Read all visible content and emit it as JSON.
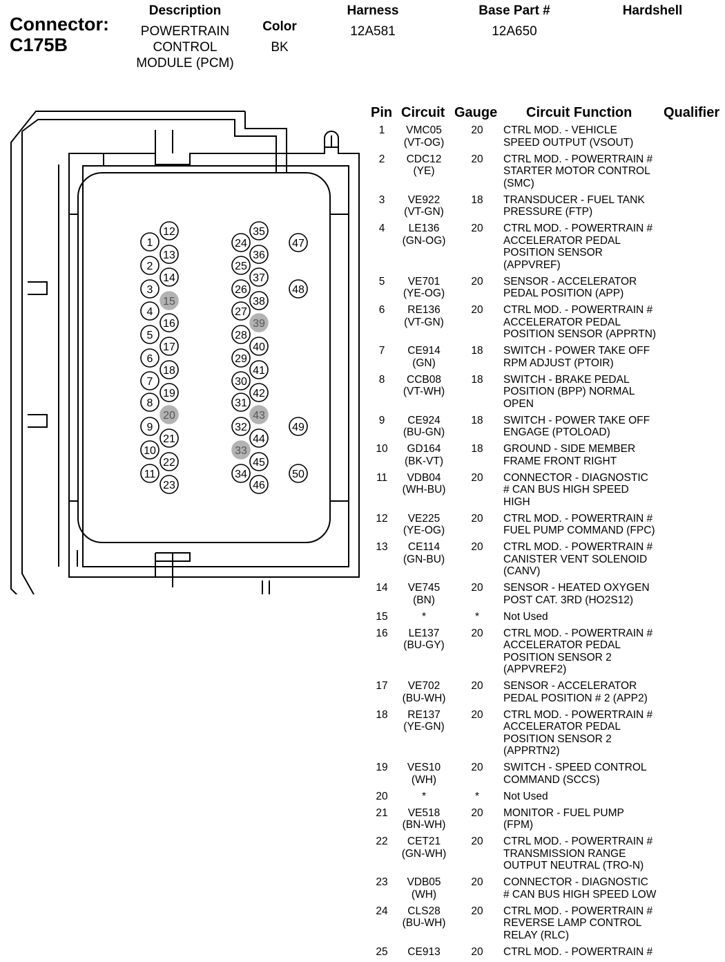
{
  "header": {
    "connector_label": "Connector:",
    "connector_id": "C175B",
    "description_label": "Description",
    "description_lines": [
      "POWERTRAIN",
      "CONTROL",
      "MODULE (PCM)"
    ],
    "color_label": "Color",
    "color_value": "BK",
    "harness_label": "Harness",
    "harness_value": "12A581",
    "base_part_label": "Base Part #",
    "base_part_value": "12A650",
    "hardshell_label": "Hardshell"
  },
  "table": {
    "headers": {
      "pin": "Pin",
      "circuit": "Circuit",
      "gauge": "Gauge",
      "function": "Circuit Function",
      "qualifier": "Qualifier"
    },
    "rows": [
      {
        "pin": "1",
        "circuit": [
          "VMC05",
          "(VT-OG)"
        ],
        "gauge": "20",
        "function": [
          "CTRL MOD. - VEHICLE",
          "SPEED OUTPUT (VSOUT)"
        ]
      },
      {
        "pin": "2",
        "circuit": [
          "CDC12",
          "(YE)"
        ],
        "gauge": "20",
        "function": [
          "CTRL MOD. - POWERTRAIN #",
          "STARTER MOTOR CONTROL",
          "(SMC)"
        ]
      },
      {
        "pin": "3",
        "circuit": [
          "VE922",
          "(VT-GN)"
        ],
        "gauge": "18",
        "function": [
          "TRANSDUCER - FUEL TANK",
          "PRESSURE (FTP)"
        ]
      },
      {
        "pin": "4",
        "circuit": [
          "LE136",
          "(GN-OG)"
        ],
        "gauge": "20",
        "function": [
          "CTRL MOD. - POWERTRAIN #",
          "ACCELERATOR PEDAL",
          "POSITION SENSOR",
          "(APPVREF)"
        ]
      },
      {
        "pin": "5",
        "circuit": [
          "VE701",
          "(YE-OG)"
        ],
        "gauge": "20",
        "function": [
          "SENSOR - ACCELERATOR",
          "PEDAL POSITION (APP)"
        ]
      },
      {
        "pin": "6",
        "circuit": [
          "RE136",
          "(VT-GN)"
        ],
        "gauge": "20",
        "function": [
          "CTRL MOD. - POWERTRAIN #",
          "ACCELERATOR PEDAL",
          "POSITION SENSOR (APPRTN)"
        ]
      },
      {
        "pin": "7",
        "circuit": [
          "CE914",
          "(GN)"
        ],
        "gauge": "18",
        "function": [
          "SWITCH - POWER TAKE OFF",
          "RPM ADJUST (PTOIR)"
        ]
      },
      {
        "pin": "8",
        "circuit": [
          "CCB08",
          "(VT-WH)"
        ],
        "gauge": "18",
        "function": [
          "SWITCH - BRAKE PEDAL",
          "POSITION (BPP) NORMAL",
          "OPEN"
        ]
      },
      {
        "pin": "9",
        "circuit": [
          "CE924",
          "(BU-GN)"
        ],
        "gauge": "18",
        "function": [
          "SWITCH - POWER TAKE OFF",
          "ENGAGE (PTOLOAD)"
        ]
      },
      {
        "pin": "10",
        "circuit": [
          "GD164",
          "(BK-VT)"
        ],
        "gauge": "18",
        "function": [
          "GROUND - SIDE MEMBER",
          "FRAME FRONT RIGHT"
        ]
      },
      {
        "pin": "11",
        "circuit": [
          "VDB04",
          "(WH-BU)"
        ],
        "gauge": "20",
        "function": [
          "CONNECTOR - DIAGNOSTIC",
          "# CAN BUS HIGH SPEED",
          "HIGH"
        ]
      },
      {
        "pin": "12",
        "circuit": [
          "VE225",
          "(YE-OG)"
        ],
        "gauge": "20",
        "function": [
          "CTRL MOD. - POWERTRAIN #",
          "FUEL PUMP COMMAND (FPC)"
        ]
      },
      {
        "pin": "13",
        "circuit": [
          "CE114",
          "(GN-BU)"
        ],
        "gauge": "20",
        "function": [
          "CTRL MOD. - POWERTRAIN #",
          "CANISTER VENT SOLENOID",
          "(CANV)"
        ]
      },
      {
        "pin": "14",
        "circuit": [
          "VE745",
          "(BN)"
        ],
        "gauge": "20",
        "function": [
          "SENSOR - HEATED OXYGEN",
          "POST CAT. 3RD (HO2S12)"
        ]
      },
      {
        "pin": "15",
        "circuit": [
          "*"
        ],
        "gauge": "*",
        "function": [
          "Not Used"
        ]
      },
      {
        "pin": "16",
        "circuit": [
          "LE137",
          "(BU-GY)"
        ],
        "gauge": "20",
        "function": [
          "CTRL MOD. - POWERTRAIN #",
          "ACCELERATOR PEDAL",
          "POSITION SENSOR 2",
          "(APPVREF2)"
        ]
      },
      {
        "pin": "17",
        "circuit": [
          "VE702",
          "(BU-WH)"
        ],
        "gauge": "20",
        "function": [
          "SENSOR - ACCELERATOR",
          "PEDAL POSITION # 2 (APP2)"
        ]
      },
      {
        "pin": "18",
        "circuit": [
          "RE137",
          "(YE-GN)"
        ],
        "gauge": "20",
        "function": [
          "CTRL MOD. - POWERTRAIN #",
          "ACCELERATOR PEDAL",
          "POSITION SENSOR 2",
          "(APPRTN2)"
        ]
      },
      {
        "pin": "19",
        "circuit": [
          "VES10",
          "(WH)"
        ],
        "gauge": "20",
        "function": [
          "SWITCH - SPEED CONTROL",
          "COMMAND (SCCS)"
        ]
      },
      {
        "pin": "20",
        "circuit": [
          "*"
        ],
        "gauge": "*",
        "function": [
          "Not Used"
        ]
      },
      {
        "pin": "21",
        "circuit": [
          "VE518",
          "(BN-WH)"
        ],
        "gauge": "20",
        "function": [
          "MONITOR - FUEL PUMP",
          "(FPM)"
        ]
      },
      {
        "pin": "22",
        "circuit": [
          "CET21",
          "(GN-WH)"
        ],
        "gauge": "20",
        "function": [
          "CTRL MOD. - POWERTRAIN #",
          "TRANSMISSION RANGE",
          "OUTPUT NEUTRAL (TRO-N)"
        ]
      },
      {
        "pin": "23",
        "circuit": [
          "VDB05",
          "(WH)"
        ],
        "gauge": "20",
        "function": [
          "CONNECTOR - DIAGNOSTIC",
          "# CAN BUS HIGH SPEED LOW"
        ]
      },
      {
        "pin": "24",
        "circuit": [
          "CLS28",
          "(BU-WH)"
        ],
        "gauge": "20",
        "function": [
          "CTRL MOD. - POWERTRAIN #",
          "REVERSE LAMP CONTROL",
          "RELAY (RLC)"
        ]
      },
      {
        "pin": "25",
        "circuit": [
          "CE913"
        ],
        "gauge": "20",
        "function": [
          "CTRL MOD. - POWERTRAIN #"
        ]
      }
    ]
  },
  "connector_pins": {
    "unused": [
      "15",
      "20",
      "33",
      "39",
      "43"
    ],
    "labels": [
      "1",
      "2",
      "3",
      "4",
      "5",
      "6",
      "7",
      "8",
      "9",
      "10",
      "11",
      "12",
      "13",
      "14",
      "15",
      "16",
      "17",
      "18",
      "19",
      "20",
      "21",
      "22",
      "23",
      "24",
      "25",
      "26",
      "27",
      "28",
      "29",
      "30",
      "31",
      "32",
      "33",
      "34",
      "35",
      "36",
      "37",
      "38",
      "39",
      "40",
      "41",
      "42",
      "43",
      "44",
      "45",
      "46",
      "47",
      "48",
      "49",
      "50"
    ]
  },
  "colors": {
    "unused_pin_fill": "#b3b3b3",
    "line": "#000000"
  }
}
